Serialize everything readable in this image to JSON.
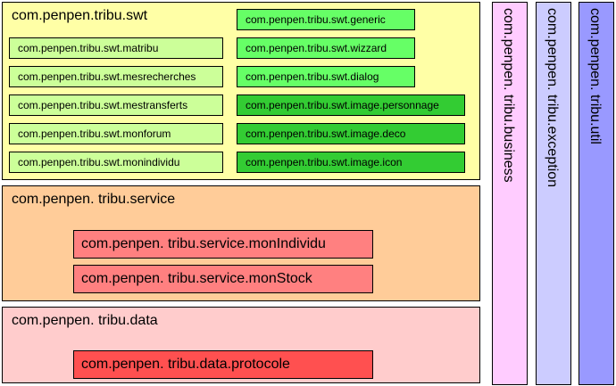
{
  "colors": {
    "swt_bg": "#ffffa6",
    "light_green": "#ccff99",
    "mid_green": "#66ff66",
    "dark_green": "#33cc33",
    "service_bg": "#ffcc99",
    "service_pkg": "#ff8080",
    "data_bg": "#ffcccc",
    "data_pkg": "#ff5050",
    "business_bg": "#ffccff",
    "exception_bg": "#ccccff",
    "util_bg": "#9999ff"
  },
  "swt": {
    "title": "com.penpen.tribu.swt",
    "left_packages": [
      "com.penpen.tribu.swt.matribu",
      "com.penpen.tribu.swt.mesrecherches",
      "com.penpen.tribu.swt.mestransferts",
      "com.penpen.tribu.swt.monforum",
      "com.penpen.tribu.swt.monindividu"
    ],
    "right_packages": [
      "com.penpen.tribu.swt.generic",
      "com.penpen.tribu.swt.wizzard",
      "com.penpen.tribu.swt.dialog",
      "com.penpen.tribu.swt.image.personnage",
      "com.penpen.tribu.swt.image.deco",
      "com.penpen.tribu.swt.image.icon"
    ]
  },
  "service": {
    "title": "com.penpen. tribu.service",
    "packages": [
      "com.penpen. tribu.service.monIndividu",
      "com.penpen. tribu.service.monStock"
    ]
  },
  "data": {
    "title": "com.penpen. tribu.data",
    "packages": [
      "com.penpen. tribu.data.protocole"
    ]
  },
  "business": {
    "title": "com.penpen. tribu.business"
  },
  "exception": {
    "title": "com.penpen. tribu.exception"
  },
  "util": {
    "title": "com.penpen. tribu.util"
  }
}
